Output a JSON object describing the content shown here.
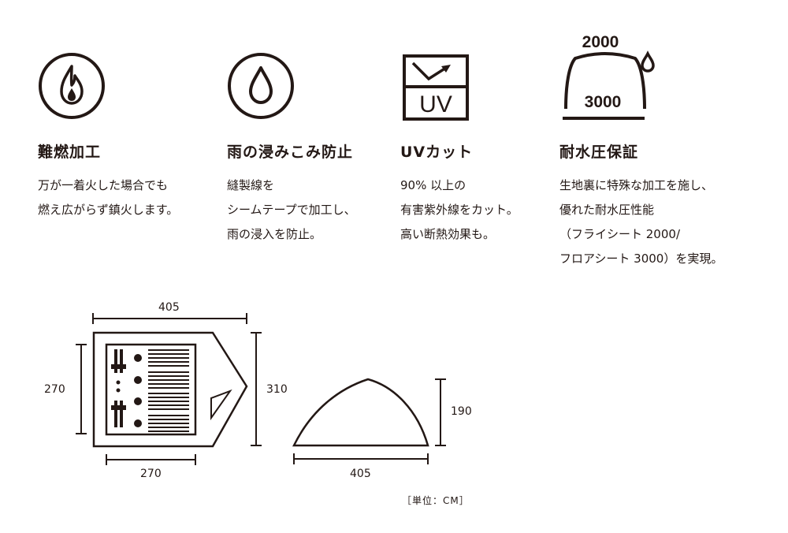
{
  "features": [
    {
      "icon": "flame-circle-icon",
      "title": "難燃加工",
      "lines": [
        "万が一着火した場合でも",
        "燃え広がらず鎮火します。"
      ]
    },
    {
      "icon": "water-drop-circle-icon",
      "title": "雨の浸みこみ防止",
      "lines": [
        "縫製線を",
        "シームテープで加工し、",
        "雨の浸入を防止。"
      ]
    },
    {
      "icon": "uv-cut-icon",
      "icon_text": "UV",
      "title": "UVカット",
      "lines": [
        "90% 以上の",
        "有害紫外線をカット。",
        "高い断熱効果も。"
      ]
    },
    {
      "icon": "water-pressure-tent-icon",
      "icon_top": "2000",
      "icon_bottom": "3000",
      "title": "耐水圧保証",
      "lines": [
        "生地裏に特殊な加工を施し、",
        "優れた耐水圧性能",
        "（フライシート 2000/",
        "フロアシート 3000）を実現。"
      ]
    }
  ],
  "diagram": {
    "top_width": "405",
    "left_height": "270",
    "right_height": "310",
    "bottom_width": "270",
    "side_height": "190",
    "side_width": "405",
    "unit_label": "［単位：CM］"
  }
}
